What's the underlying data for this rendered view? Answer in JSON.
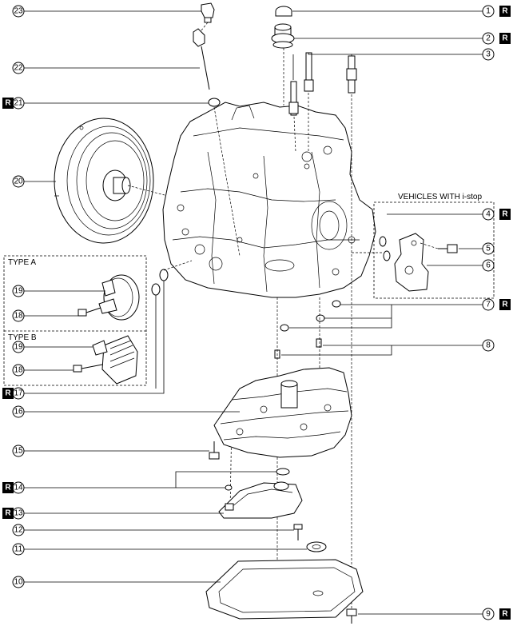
{
  "replace_mark": "R",
  "group_labels": {
    "vehicles_with_istop": "VEHICLES WITH i-stop",
    "type_a": "TYPE A",
    "type_b": "TYPE B"
  },
  "callouts": {
    "c1": "1",
    "c2": "2",
    "c3": "3",
    "c4": "4",
    "c5": "5",
    "c6": "6",
    "c7": "7",
    "c8": "8",
    "c9": "9",
    "c10": "10",
    "c11": "11",
    "c12": "12",
    "c13": "13",
    "c14": "14",
    "c15": "15",
    "c16": "16",
    "c17": "17",
    "c18a": "18",
    "c18b": "18",
    "c19a": "19",
    "c19b": "19",
    "c20": "20",
    "c21": "21",
    "c22": "22",
    "c23": "23"
  }
}
